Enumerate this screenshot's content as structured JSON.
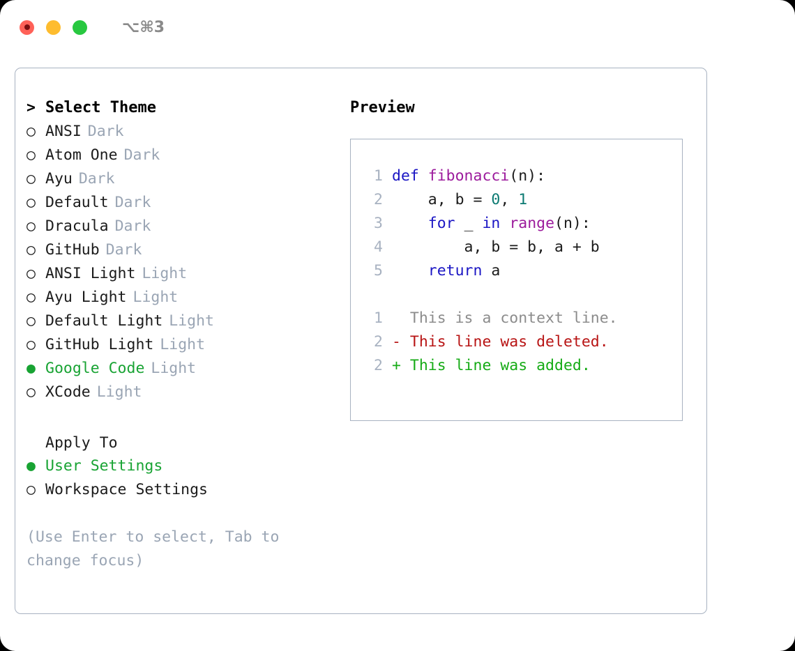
{
  "titlebar": {
    "shortcut": "⌥⌘3",
    "lights": [
      {
        "name": "close",
        "color": "#ff6158"
      },
      {
        "name": "minimize",
        "color": "#febc2e"
      },
      {
        "name": "zoom",
        "color": "#28c840"
      }
    ]
  },
  "theme_picker": {
    "prompt_marker": ">",
    "title": "Select Theme",
    "marker_unselected": "○",
    "marker_selected": "●",
    "items": [
      {
        "name": "ANSI",
        "variant": "Dark",
        "selected": false
      },
      {
        "name": "Atom One",
        "variant": "Dark",
        "selected": false
      },
      {
        "name": "Ayu",
        "variant": "Dark",
        "selected": false
      },
      {
        "name": "Default",
        "variant": "Dark",
        "selected": false
      },
      {
        "name": "Dracula",
        "variant": "Dark",
        "selected": false
      },
      {
        "name": "GitHub",
        "variant": "Dark",
        "selected": false
      },
      {
        "name": "ANSI Light",
        "variant": "Light",
        "selected": false
      },
      {
        "name": "Ayu Light",
        "variant": "Light",
        "selected": false
      },
      {
        "name": "Default Light",
        "variant": "Light",
        "selected": false
      },
      {
        "name": "GitHub Light",
        "variant": "Light",
        "selected": false
      },
      {
        "name": "Google Code",
        "variant": "Light",
        "selected": true
      },
      {
        "name": "XCode",
        "variant": "Light",
        "selected": false
      }
    ]
  },
  "apply_to": {
    "heading": "Apply To",
    "options": [
      {
        "label": "User Settings",
        "selected": true
      },
      {
        "label": "Workspace Settings",
        "selected": false
      }
    ]
  },
  "hint": "(Use Enter to select, Tab to change focus)",
  "preview": {
    "title": "Preview",
    "code_lines": [
      {
        "number": "1",
        "tokens": [
          {
            "t": "def ",
            "c": "kw"
          },
          {
            "t": "fibonacci",
            "c": "fn"
          },
          {
            "t": "(n):",
            "c": "pln"
          }
        ]
      },
      {
        "number": "2",
        "tokens": [
          {
            "t": "    a, b = ",
            "c": "pln"
          },
          {
            "t": "0",
            "c": "num"
          },
          {
            "t": ", ",
            "c": "pln"
          },
          {
            "t": "1",
            "c": "num"
          }
        ]
      },
      {
        "number": "3",
        "tokens": [
          {
            "t": "    ",
            "c": "pln"
          },
          {
            "t": "for",
            "c": "kw"
          },
          {
            "t": " _ ",
            "c": "pln"
          },
          {
            "t": "in",
            "c": "kw"
          },
          {
            "t": " ",
            "c": "pln"
          },
          {
            "t": "range",
            "c": "fn"
          },
          {
            "t": "(n):",
            "c": "pln"
          }
        ]
      },
      {
        "number": "4",
        "tokens": [
          {
            "t": "        a, b = b, a + b",
            "c": "pln"
          }
        ]
      },
      {
        "number": "5",
        "tokens": [
          {
            "t": "    ",
            "c": "pln"
          },
          {
            "t": "return",
            "c": "kw"
          },
          {
            "t": " a",
            "c": "pln"
          }
        ]
      }
    ],
    "diff_lines": [
      {
        "number": "1",
        "sign": " ",
        "text": "This is a context line.",
        "kind": "context"
      },
      {
        "number": "2",
        "sign": "-",
        "text": "This line was deleted.",
        "kind": "deleted"
      },
      {
        "number": "2",
        "sign": "+",
        "text": "This line was added.",
        "kind": "added"
      }
    ]
  },
  "colors": {
    "accent_green": "#18a333",
    "muted": "#9aa5b4",
    "border": "#a8b2c1",
    "keyword": "#1b16c4",
    "function": "#9c1b9c",
    "number": "#0c7a72",
    "diff_deleted": "#b81414",
    "diff_added": "#16ab16",
    "diff_context": "#8c8c8c"
  }
}
